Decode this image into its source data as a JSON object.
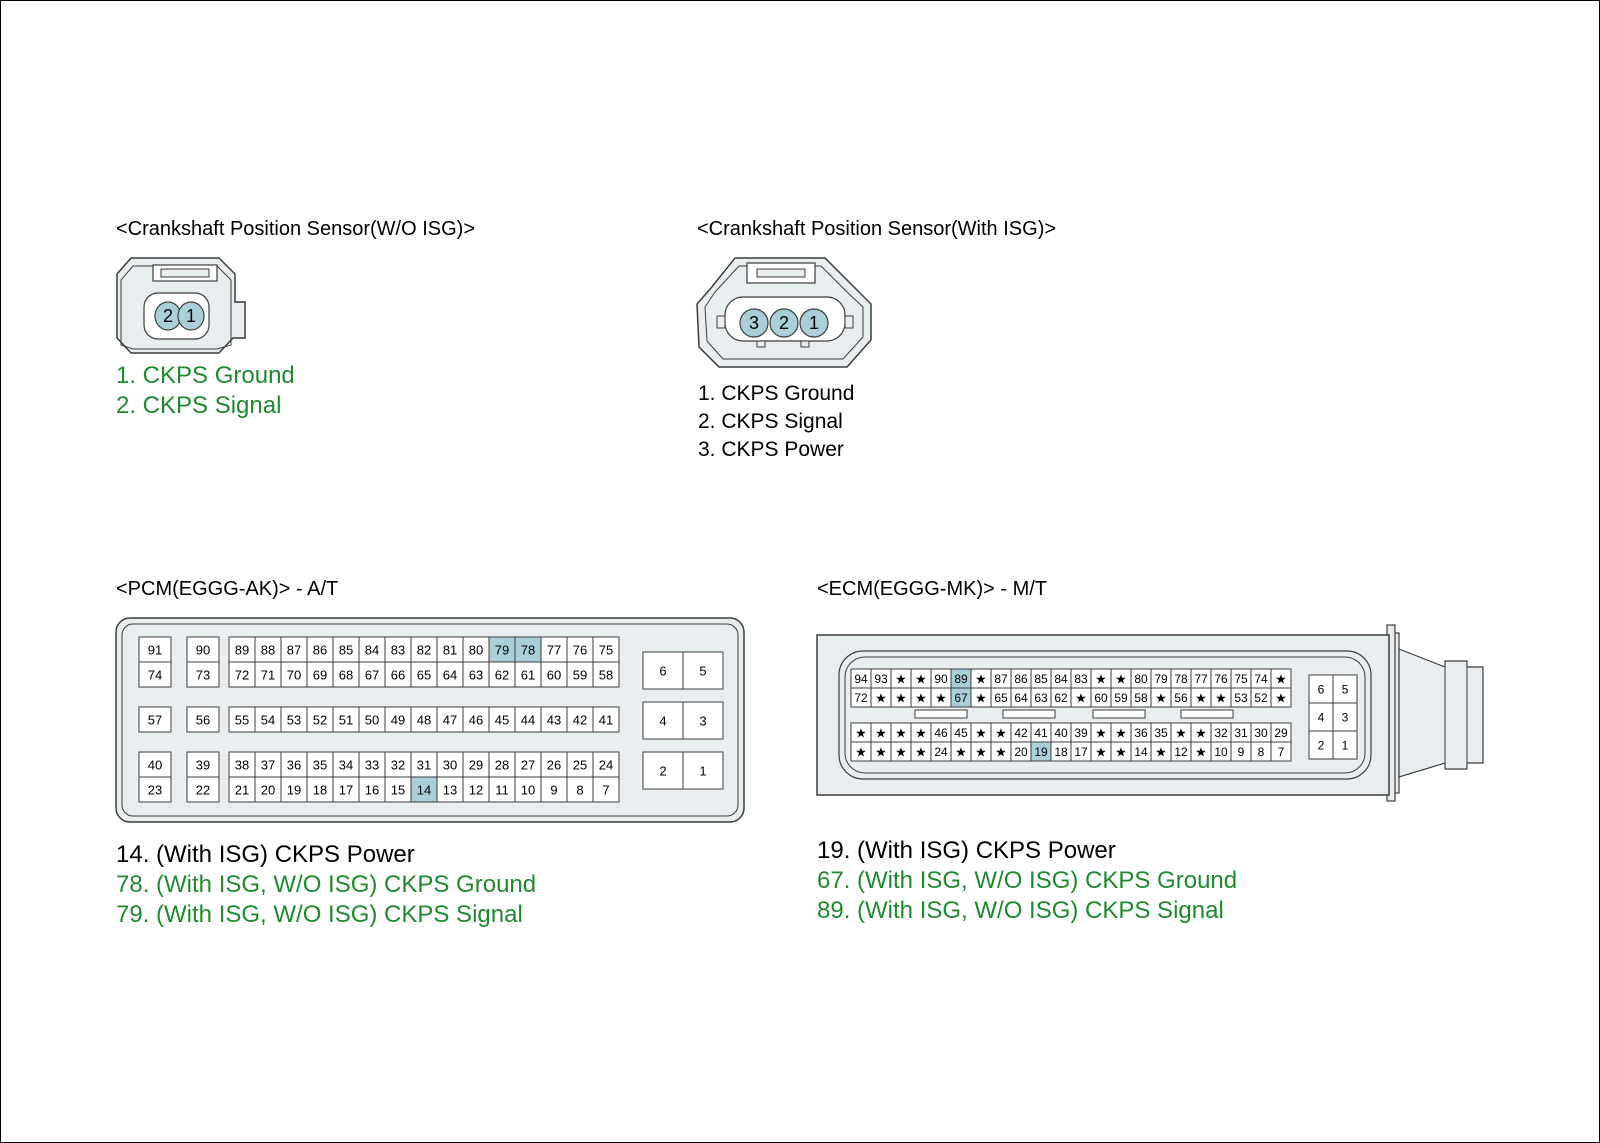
{
  "colors": {
    "highlight": "#a9d0d9",
    "body": "#e8eeef",
    "stroke": "#3c3c3c",
    "legend_highlight": "#1e8a2e"
  },
  "ckps_wo_isg": {
    "title": "<Crankshaft Position Sensor(W/O ISG)>",
    "pins": [
      "2",
      "1"
    ],
    "legend": [
      {
        "text": "1. CKPS Ground",
        "highlight": true
      },
      {
        "text": "2. CKPS Signal",
        "highlight": true
      }
    ]
  },
  "ckps_with_isg": {
    "title": "<Crankshaft Position Sensor(With ISG)>",
    "pins": [
      "3",
      "2",
      "1"
    ],
    "legend": [
      {
        "text": "1. CKPS Ground",
        "highlight": false
      },
      {
        "text": "2. CKPS Signal",
        "highlight": false
      },
      {
        "text": "3. CKPS Power",
        "highlight": false
      }
    ]
  },
  "pcm": {
    "title": "<PCM(EGGG-AK)> - A/T",
    "groups": [
      {
        "rows": [
          [
            "91"
          ],
          [
            "74"
          ]
        ]
      },
      {
        "rows": [
          [
            "90"
          ],
          [
            "73"
          ]
        ]
      },
      {
        "rows": [
          [
            "89",
            "88",
            "87",
            "86",
            "85",
            "84",
            "83",
            "82",
            "81",
            "80",
            "79",
            "78",
            "77",
            "76",
            "75"
          ],
          [
            "72",
            "71",
            "70",
            "69",
            "68",
            "67",
            "66",
            "65",
            "64",
            "63",
            "62",
            "61",
            "60",
            "59",
            "58"
          ]
        ]
      },
      {
        "rows": [
          [
            "57"
          ]
        ]
      },
      {
        "rows": [
          [
            "56"
          ]
        ]
      },
      {
        "rows": [
          [
            "55",
            "54",
            "53",
            "52",
            "51",
            "50",
            "49",
            "48",
            "47",
            "46",
            "45",
            "44",
            "43",
            "42",
            "41"
          ]
        ]
      },
      {
        "rows": [
          [
            "40"
          ],
          [
            "23"
          ]
        ]
      },
      {
        "rows": [
          [
            "39"
          ],
          [
            "22"
          ]
        ]
      },
      {
        "rows": [
          [
            "38",
            "37",
            "36",
            "35",
            "34",
            "33",
            "32",
            "31",
            "30",
            "29",
            "28",
            "27",
            "26",
            "25",
            "24"
          ],
          [
            "21",
            "20",
            "19",
            "18",
            "17",
            "16",
            "15",
            "14",
            "13",
            "12",
            "11",
            "10",
            "9",
            "8",
            "7"
          ]
        ]
      },
      {
        "rows": [
          [
            "6",
            "5"
          ]
        ]
      },
      {
        "rows": [
          [
            "4",
            "3"
          ]
        ]
      },
      {
        "rows": [
          [
            "2",
            "1"
          ]
        ]
      }
    ],
    "highlighted": [
      "79",
      "78",
      "14"
    ],
    "legend": [
      {
        "text": "14. (With ISG) CKPS Power",
        "highlight": false
      },
      {
        "text": "78. (With ISG, W/O ISG) CKPS Ground",
        "highlight": true
      },
      {
        "text": "79. (With ISG, W/O ISG) CKPS Signal",
        "highlight": true
      }
    ]
  },
  "ecm": {
    "title": "<ECM(EGGG-MK)> - M/T",
    "groups": [
      {
        "rows": [
          [
            "94",
            "93",
            "★",
            "★",
            "90",
            "89",
            "★",
            "87",
            "86",
            "85",
            "84",
            "83",
            "★",
            "★",
            "80",
            "79",
            "78",
            "77",
            "76",
            "75",
            "74",
            "★"
          ],
          [
            "72",
            "★",
            "★",
            "★",
            "★",
            "67",
            "★",
            "65",
            "64",
            "63",
            "62",
            "★",
            "60",
            "59",
            "58",
            "★",
            "56",
            "★",
            "★",
            "53",
            "52",
            "★"
          ]
        ]
      },
      {
        "rows": [
          [
            "★",
            "★",
            "★",
            "★",
            "46",
            "45",
            "★",
            "★",
            "42",
            "41",
            "40",
            "39",
            "★",
            "★",
            "36",
            "35",
            "★",
            "★",
            "32",
            "31",
            "30",
            "29"
          ],
          [
            "★",
            "★",
            "★",
            "★",
            "24",
            "★",
            "★",
            "★",
            "20",
            "19",
            "18",
            "17",
            "★",
            "★",
            "14",
            "★",
            "12",
            "★",
            "10",
            "9",
            "8",
            "7"
          ]
        ]
      },
      {
        "rows": [
          [
            "6",
            "5"
          ],
          [
            "4",
            "3"
          ],
          [
            "2",
            "1"
          ]
        ]
      }
    ],
    "highlighted": [
      "89",
      "67",
      "19"
    ],
    "legend": [
      {
        "text": "19. (With ISG) CKPS Power",
        "highlight": false
      },
      {
        "text": "67. (With ISG, W/O ISG) CKPS Ground",
        "highlight": true
      },
      {
        "text": "89. (With ISG, W/O ISG) CKPS Signal",
        "highlight": true
      }
    ]
  }
}
